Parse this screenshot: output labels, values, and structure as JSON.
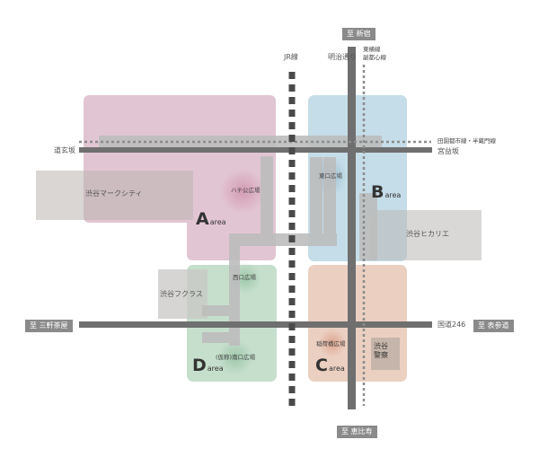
{
  "map": {
    "destinations": {
      "north": "至 新宿",
      "south": "至 恵比寿",
      "west": "至 三軒茶屋",
      "east": "至 表参道"
    },
    "rail_lines": {
      "jr": "JR線",
      "toyoko_line1": "東横線",
      "toyoko_line2": "副都心線",
      "den_en_toshi": "田園都市線・半蔵門線"
    },
    "roads": {
      "meiji_dori": "明治通り",
      "dogenzaka": "道玄坂",
      "miyamasuzaka": "宮益坂",
      "route246": "国道246"
    },
    "areas": {
      "a": {
        "letter": "A",
        "suffix": "area"
      },
      "b": {
        "letter": "B",
        "suffix": "area"
      },
      "c": {
        "letter": "C",
        "suffix": "area"
      },
      "d": {
        "letter": "D",
        "suffix": "area"
      }
    },
    "plazas": {
      "hachiko": "ハチ公広場",
      "higashiguchi": "東口広場",
      "nishiguchi": "西口広場",
      "minamiguchi": "(仮称)南口広場",
      "inaribashi": "稲荷橋広場"
    },
    "buildings": {
      "mark_city": "渋谷マークシティ",
      "hikarie": "渋谷ヒカリエ",
      "fukuras": "渋谷フクラス"
    },
    "police": {
      "line1": "渋谷",
      "line2": "警察"
    },
    "colors": {
      "area_a": "#e2c5d3",
      "area_b": "#c5dde8",
      "area_c": "#ebd0c2",
      "area_d": "#c6dfcd",
      "building": "#d8d6d3",
      "road": "#6f6f6f",
      "deck": "#bdbdbd",
      "rail": "#4a4a4a"
    }
  }
}
